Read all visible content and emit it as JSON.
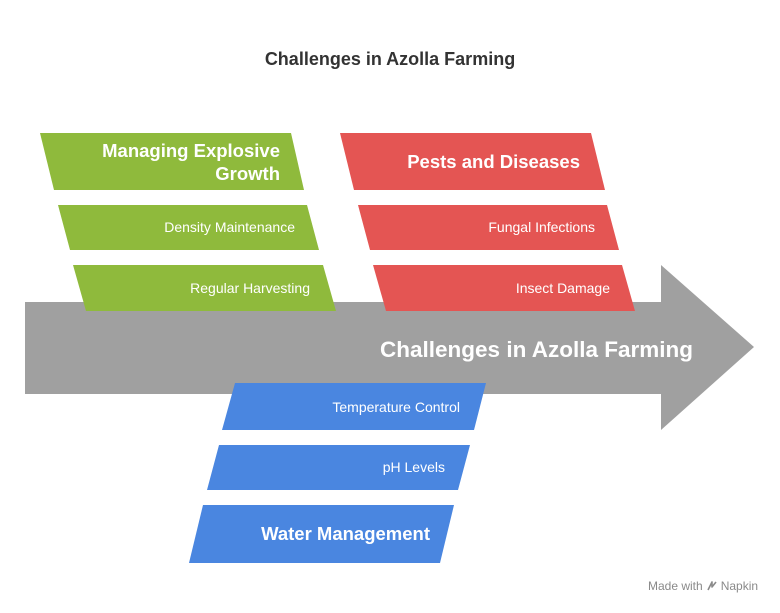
{
  "title": "Challenges in Azolla Farming",
  "spine": {
    "label": "Challenges in Azolla Farming",
    "color": "#a0a0a0"
  },
  "groups": {
    "explosive_growth": {
      "color": "#8fba3c",
      "head_line1": "Managing Explosive",
      "head_line2": "Growth",
      "items": [
        "Density Maintenance",
        "Regular Harvesting"
      ]
    },
    "pests": {
      "color": "#e45553",
      "head": "Pests and Diseases",
      "items": [
        "Fungal Infections",
        "Insect Damage"
      ]
    },
    "water": {
      "color": "#4a86e0",
      "head": "Water Management",
      "items": [
        "Temperature Control",
        "pH Levels"
      ]
    }
  },
  "footer": {
    "made_with": "Made with",
    "brand": "Napkin"
  }
}
